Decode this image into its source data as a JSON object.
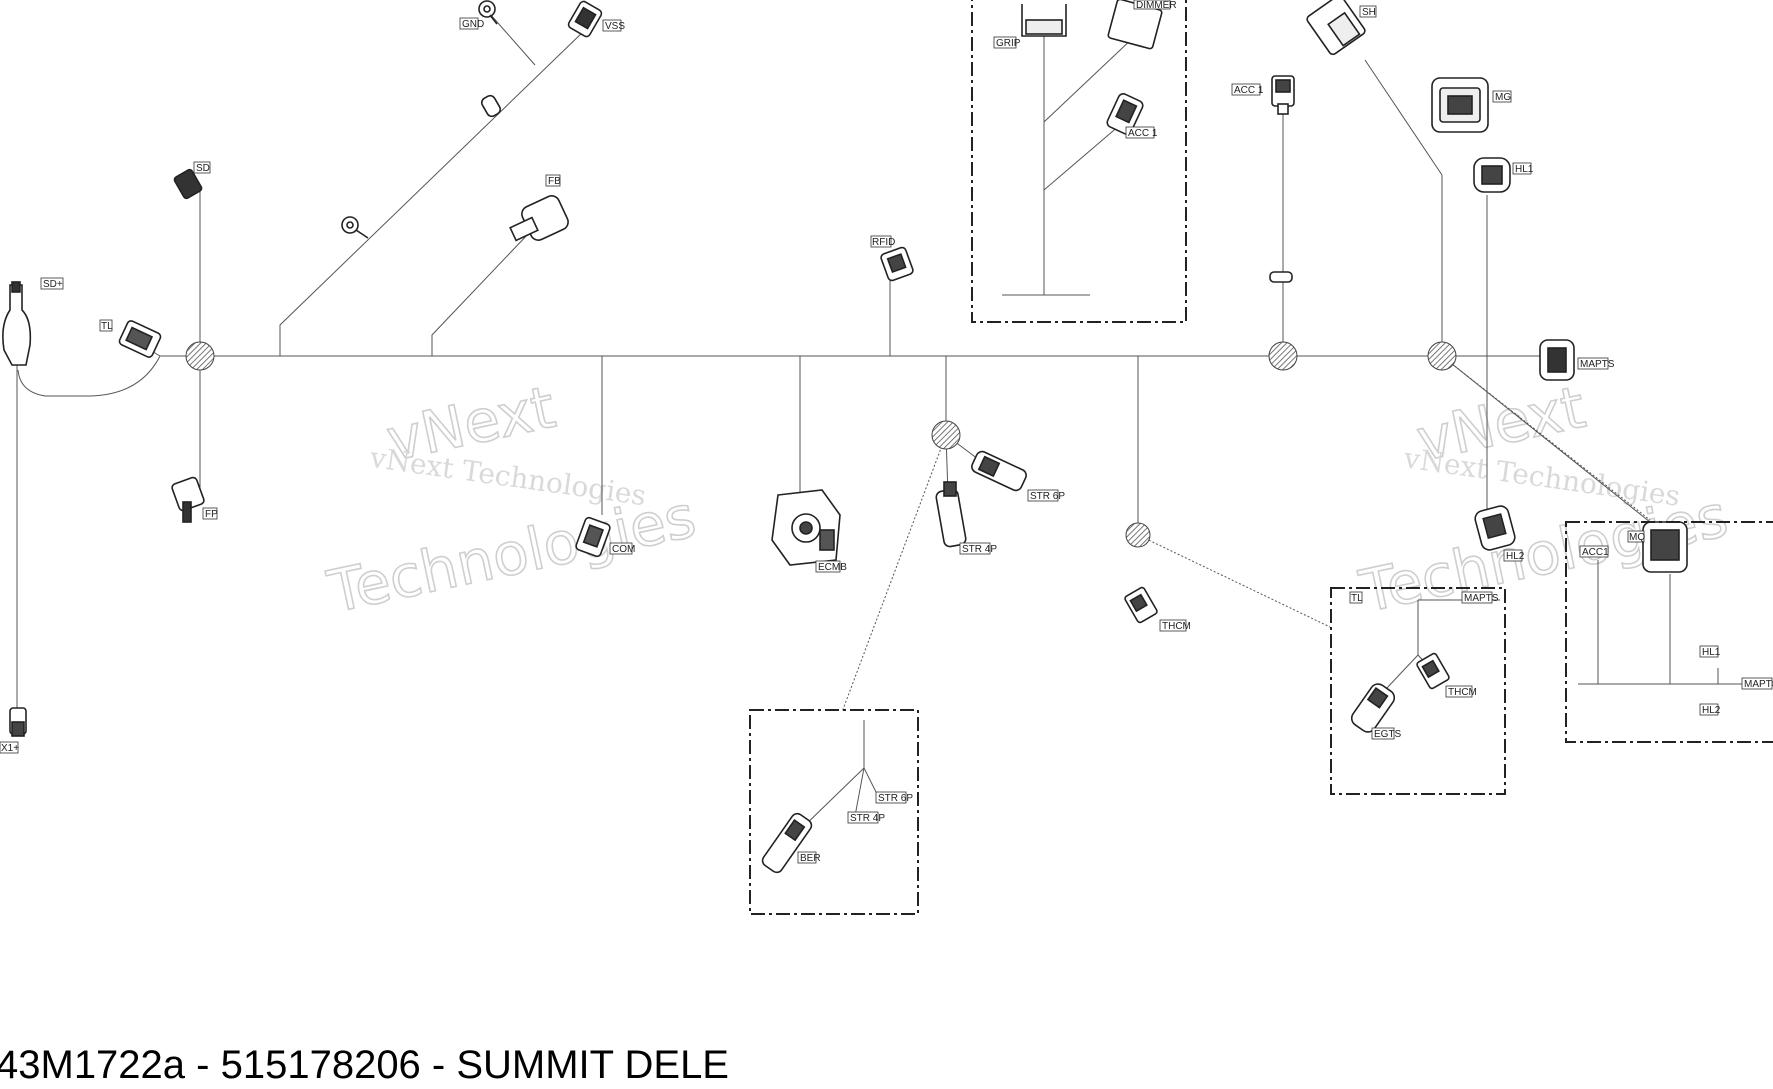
{
  "caption": "43M1722a - 515178206 - SUMMIT DELE",
  "watermark": {
    "line1": "vNext",
    "line2": "vNext Technologies",
    "line3": "Technologies"
  },
  "connector_labels": {
    "gnd": "GND",
    "vss": "VSS",
    "sd": "SD",
    "sd_plus": "SD+",
    "tl": "TL",
    "fb": "FB",
    "fp": "FP",
    "com": "COM",
    "ecmb": "ECMB",
    "rfid": "RFID",
    "str6p": "STR 6P",
    "str4p": "STR 4P",
    "grip": "GRIP",
    "dimmer": "DIMMER",
    "acc1_box": "ACC 1",
    "acc1": "ACC 1",
    "sh": "SH",
    "mg": "MG",
    "hl1": "HL1",
    "mapts": "MAPTS",
    "thcm": "THCM",
    "hl2": "HL2",
    "mq": "MQ",
    "x1": "X1+"
  },
  "detail_box_egts": {
    "tl": "TL",
    "mapts": "MAPTS",
    "thcm": "THCM",
    "egts": "EGTS"
  },
  "detail_box_ber": {
    "str6p": "STR 6P",
    "str4p": "STR 4P",
    "ber": "BER"
  },
  "detail_box_right": {
    "acc1": "ACC1",
    "hl1": "HL1",
    "mapts": "MAPTS",
    "hl2": "HL2"
  }
}
